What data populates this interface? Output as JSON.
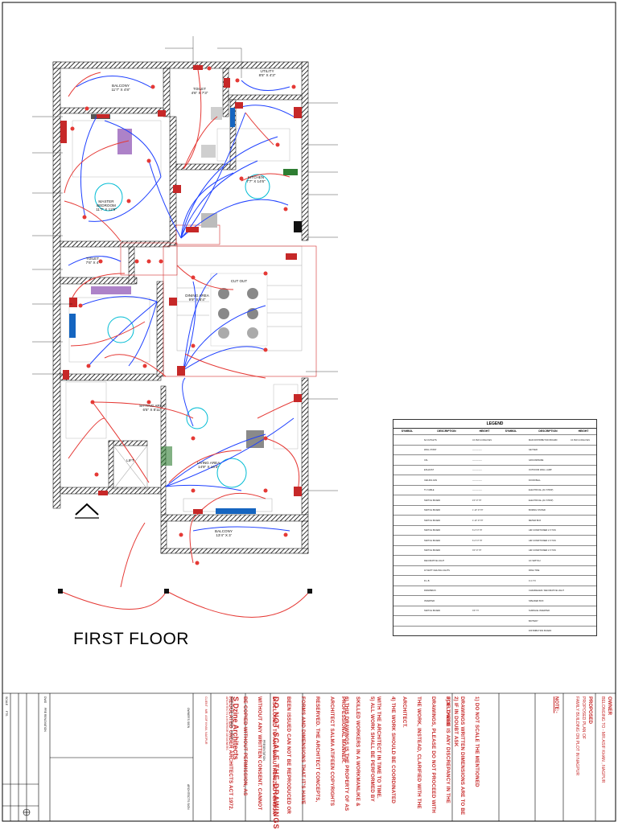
{
  "drawing_title": "FIRST FLOOR",
  "rooms": {
    "balcony_top": {
      "name": "BALCONY",
      "size": "11'7\" X 4'8\""
    },
    "toilet_top": {
      "name": "TOILET",
      "size": "4'6\" X 7'3\""
    },
    "utility": {
      "name": "UTILITY",
      "size": "8'5\" X 4'3\""
    },
    "kitchen": {
      "name": "KITCHEN",
      "size": "7'7\" X 14'6\""
    },
    "master_bedroom": {
      "name": "MASTER BEDROOM",
      "size": "11'7\" X 12'9\""
    },
    "toilet_mid": {
      "name": "TOILET",
      "size": "7'6\" X 4'"
    },
    "cut_out": {
      "name": "CUT OUT"
    },
    "dining": {
      "name": "DINING AREA",
      "size": "9'9\" X 8'4\""
    },
    "sitting": {
      "name": "SITTING AREA",
      "size": "6'5\" X 8'11\""
    },
    "lift": {
      "name": "LIFT"
    },
    "living": {
      "name": "LIVING AREA",
      "size": "14'9\" X 16'3\""
    },
    "balcony_bottom": {
      "name": "BALCONY",
      "size": "13'4\" X 3'"
    }
  },
  "legend": {
    "title": "LEGEND",
    "headers": [
      "SYMBOL",
      "DESCRIPTION",
      "HEIGHT",
      "SYMBOL",
      "DESCRIPTION",
      "HEIGHT"
    ],
    "left_rows": [
      {
        "desc": "6A OUTLETS",
        "height": "AS PER GUIDELINES"
      },
      {
        "desc": "WALL POINT",
        "height": "---------------"
      },
      {
        "desc": "CFL",
        "height": "---------------"
      },
      {
        "desc": "EXHAUST",
        "height": "---------------"
      },
      {
        "desc": "CEILING FAN",
        "height": "---------------"
      },
      {
        "desc": "TV CABLE",
        "height": "---------------"
      },
      {
        "desc": "SWITCH BOARD",
        "height": "4'0\" FT HT"
      },
      {
        "desc": "SWITCH BOARD",
        "height": "1'-10\" FT HT"
      },
      {
        "desc": "SWITCH BOARD",
        "height": "4'-10\" FT HT"
      },
      {
        "desc": "SWITCH BOARD",
        "height": "6'-0\" FT HT"
      },
      {
        "desc": "SWITCH BOARD",
        "height": "6'-0\" FT HT"
      },
      {
        "desc": "SWITCH BOARD",
        "height": "3'0\" FT HT"
      },
      {
        "desc": "DECORATIVE LIGHT",
        "height": ""
      },
      {
        "desc": "16 WATT CEILING LIGHTS",
        "height": ""
      },
      {
        "desc": "D.L.B",
        "height": ""
      },
      {
        "desc": "DRAWBACK",
        "height": ""
      },
      {
        "desc": "INVERTER",
        "height": ""
      },
      {
        "desc": "SWITCH BOARD",
        "height": "3'6\" HT"
      }
    ],
    "right_rows": [
      {
        "desc": "MAIN DISTRIBUTION BOARD",
        "height": "AS PER GUIDELINES"
      },
      {
        "desc": "GEYSER",
        "height": ""
      },
      {
        "desc": "GROUNDWIRE",
        "height": ""
      },
      {
        "desc": "OUTDOOR WALL LAMP",
        "height": ""
      },
      {
        "desc": "DOOR BELL",
        "height": ""
      },
      {
        "desc": "ELECTRICAL (AC STRIP)",
        "height": ""
      },
      {
        "desc": "ELECTRICAL (AC STRIP)",
        "height": ""
      },
      {
        "desc": "BORING STATER",
        "height": ""
      },
      {
        "desc": "METER BOX",
        "height": ""
      },
      {
        "desc": "AIR CONDITIONER 1.5 TON",
        "height": ""
      },
      {
        "desc": "AIR CONDITIONER 1.5 TON",
        "height": ""
      },
      {
        "desc": "AIR CONDITIONER 1.5 TON",
        "height": ""
      },
      {
        "desc": "AC SWITCH",
        "height": ""
      },
      {
        "desc": "PANA TRIE",
        "height": ""
      },
      {
        "desc": "C.C.T.V",
        "height": ""
      },
      {
        "desc": "CHANDELIER / DECORATIVE LIGHT",
        "height": ""
      },
      {
        "desc": "SPEAKER BOX",
        "height": ""
      },
      {
        "desc": "SURFACE INVERTER",
        "height": ""
      },
      {
        "desc": "BATTERY",
        "height": ""
      },
      {
        "desc": "DISTRIBUTION BOARD",
        "height": ""
      }
    ]
  },
  "title_block": {
    "owner_heading": "OWNER",
    "owner_text": "BELONGING TO - MR.ASIF KHAN , NAGPUR",
    "proposed_heading": "PROPOSED",
    "proposed_text_1": "PROPOSED PLAN OF",
    "proposed_text_2": "FAMILY BUILDING ON PLOT IN NAGPUR",
    "note_heading": "NOTE:-",
    "notes": [
      "1) DO NOT SCALE THE MENTIONED DRAWINGS WRITTEN DIMENSIONS ARE TO BE FOLLOWED",
      "2) IF IN DOUBT ASK",
      "3) IF THERE IS ANY DISCREPANCY IN THE DRAWINGS, PLEASE DO NOT PROCEED WITH THE WORK, INSTEAD, CLARIFIED WITH THE ARCHITECT.",
      "4) THE WORK SHOULD BE COORDINATED WITH THE ARCHITECT IN TIME TO TIME.",
      "5) ALL WORK SHALL BE PERFORMED BY SKILLED WORKERS IN A WORKMANLIKE & PROFESSIONAL MANNER.",
      "6) THIS DRAWINGS IS THE PROPERTY OF AS ARCHITECT SALMA ATIFEEN COPYRIGHTS RESERVED. THE ARCHITECT CONCEPTS, FORMS AND DIMENSIONS THAT IT'S HAVE BEEN ISSUED CAN NOT BE REPRODUCED OR DISCLOSED TO ANY UNAUTHORIZED PERSON WITHOUT ANY WRITTEN CONSENT. CANNOT BE COPIED WITHOUT PERMISSION, AS REGULATED UNDER ARCHITECTS ACT 1972."
    ],
    "do_not_scale": "DO  NOT  SCALE  THE  DRAWINGS",
    "presentation": "PRESENTATION",
    "firm_name": "S Dzine Architects",
    "firm_address": "Nandanvan plot No.Nagar - 440026",
    "firm_sub": "ARCHITECTS & INTERIOR DESIGNERS",
    "client_label": "CLIENT : MR. ASIF KHAN, NAGPUR",
    "owner_sign": "OWNER'S SIGN",
    "architect_sign": "ARCHITECT'S SIGN",
    "dwg_label": "DWG",
    "dwg_value": "PRE RENOVATION",
    "scale_label": "SCALE",
    "scale_value": "FTS"
  }
}
